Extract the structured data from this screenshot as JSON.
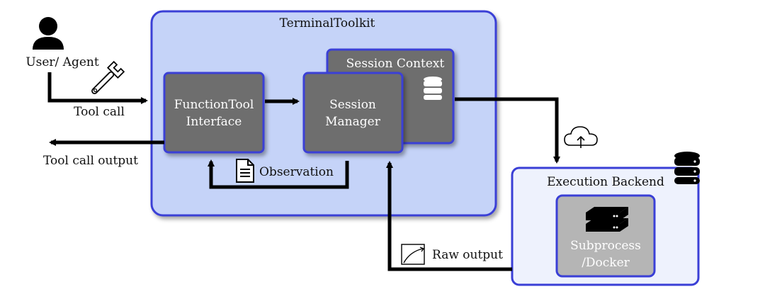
{
  "toolkit": {
    "title": "TerminalToolkit"
  },
  "session_context": {
    "title": "Session Context"
  },
  "function_tool": {
    "line1": "FunctionTool",
    "line2": "Interface"
  },
  "session_manager": {
    "line1": "Session",
    "line2": "Manager"
  },
  "user": {
    "label": "User/ Agent"
  },
  "tool_call": {
    "label": "Tool call"
  },
  "tool_call_output": {
    "label": "Tool call output"
  },
  "observation": {
    "label": "Observation"
  },
  "backend": {
    "title": "Execution Backend"
  },
  "subprocess": {
    "line1": "Subprocess",
    "line2": "/Docker"
  },
  "raw_output": {
    "label": "Raw output"
  },
  "colors": {
    "toolkit_fill": "#c5d3f8",
    "border_blue": "#3a3fd6",
    "gray_box": "#6e6e6e",
    "backend_fill": "#eef2fd",
    "subprocess_fill": "#b5b5b5"
  }
}
